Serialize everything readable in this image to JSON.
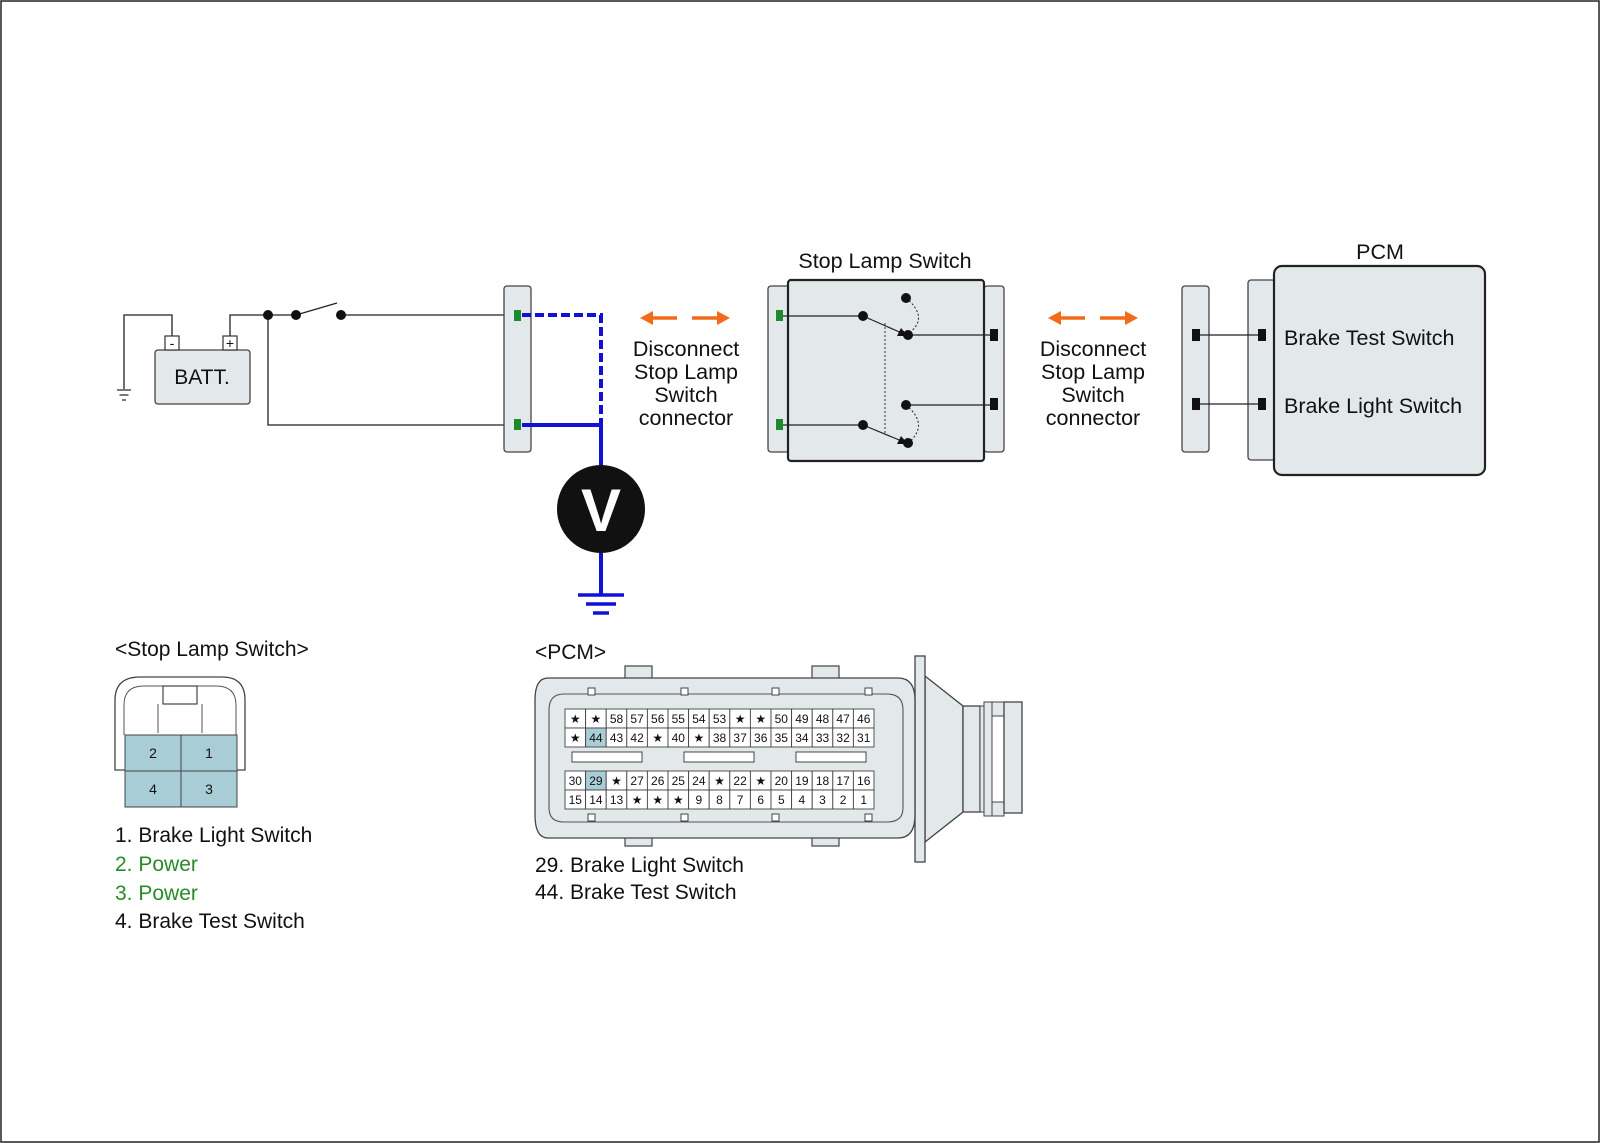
{
  "colors": {
    "background": "#ffffff",
    "connector_fill": "#e3e9ea",
    "highlight_pin": "#a9cdd6",
    "terminal_green": "#1e8a2e",
    "probe_blue": "#1010d6",
    "arrow_orange": "#f26b1d",
    "power_text_green": "#2a8a2a"
  },
  "battery": {
    "label": "BATT.",
    "neg": "-",
    "pos": "+"
  },
  "voltmeter": {
    "label": "V"
  },
  "disconnect_left": {
    "lines": [
      "Disconnect",
      "Stop Lamp",
      "Switch",
      "connector"
    ]
  },
  "disconnect_right": {
    "lines": [
      "Disconnect",
      "Stop Lamp",
      "Switch",
      "connector"
    ]
  },
  "stop_lamp_switch": {
    "title": "Stop Lamp Switch"
  },
  "pcm": {
    "title": "PCM",
    "signals": [
      "Brake Test Switch",
      "Brake Light Switch"
    ]
  },
  "stop_lamp_connector": {
    "title": "<Stop Lamp Switch>",
    "pins": [
      "2",
      "1",
      "4",
      "3"
    ],
    "legend": [
      {
        "text": "1. Brake Light Switch",
        "color": "#111111"
      },
      {
        "text": "2. Power",
        "color": "#2a8a2a"
      },
      {
        "text": "3. Power",
        "color": "#2a8a2a"
      },
      {
        "text": "4. Brake Test Switch",
        "color": "#111111"
      }
    ]
  },
  "pcm_connector": {
    "title": "<PCM>",
    "rows": [
      [
        "★",
        "★",
        "58",
        "57",
        "56",
        "55",
        "54",
        "53",
        "★",
        "★",
        "50",
        "49",
        "48",
        "47",
        "46"
      ],
      [
        "★",
        "44",
        "43",
        "42",
        "★",
        "40",
        "★",
        "38",
        "37",
        "36",
        "35",
        "34",
        "33",
        "32",
        "31"
      ],
      [
        "30",
        "29",
        "★",
        "27",
        "26",
        "25",
        "24",
        "★",
        "22",
        "★",
        "20",
        "19",
        "18",
        "17",
        "16"
      ],
      [
        "15",
        "14",
        "13",
        "★",
        "★",
        "★",
        "9",
        "8",
        "7",
        "6",
        "5",
        "4",
        "3",
        "2",
        "1"
      ]
    ],
    "highlighted": [
      "44",
      "29"
    ],
    "legend": [
      "29. Brake Light Switch",
      "44. Brake Test Switch"
    ]
  }
}
